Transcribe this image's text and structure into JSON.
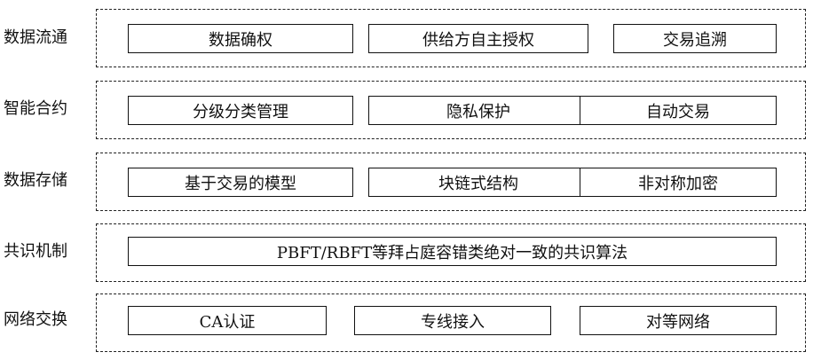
{
  "layers": [
    {
      "label": "数据流通",
      "items": [
        "数据确权",
        "供给方自主授权",
        "交易追溯"
      ]
    },
    {
      "label": "智能合约",
      "items": [
        "分级分类管理",
        "隐私保护",
        "自动交易"
      ]
    },
    {
      "label": "数据存储",
      "items": [
        "基于交易的模型",
        "块链式结构",
        "非对称加密"
      ]
    },
    {
      "label": "共识机制",
      "items": [
        "PBFT/RBFT等拜占庭容错类绝对一致的共识算法"
      ]
    },
    {
      "label": "网络交换",
      "items": [
        "CA认证",
        "专线接入",
        "对等网络"
      ]
    }
  ]
}
